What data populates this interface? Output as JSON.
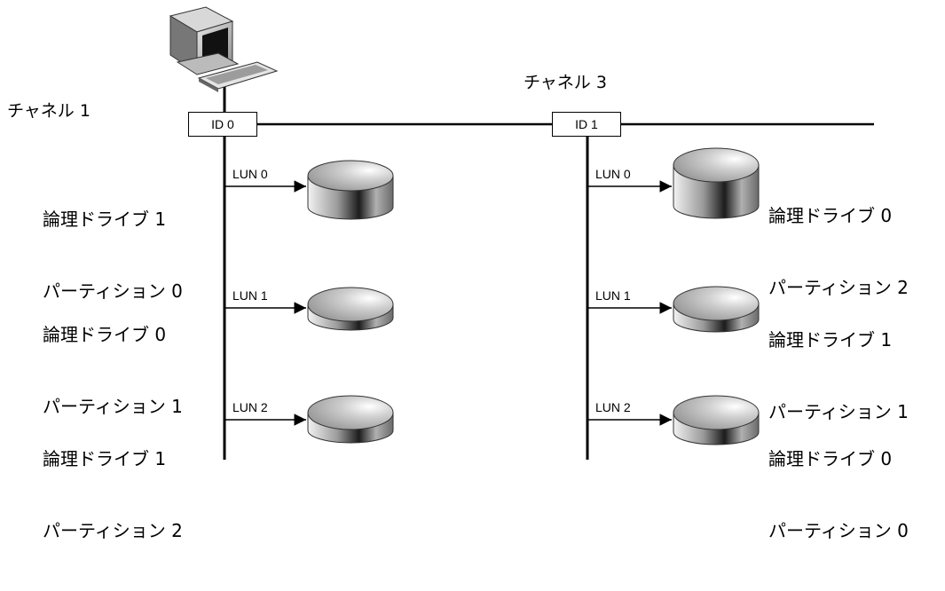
{
  "channels": [
    {
      "label": "チャネル 1",
      "id": "ID 0"
    },
    {
      "label": "チャネル 3",
      "id": "ID 1"
    }
  ],
  "left_branches": [
    {
      "lun": "LUN 0",
      "drive": "論理ドライブ 1",
      "partition": "パーティション 0"
    },
    {
      "lun": "LUN 1",
      "drive": "論理ドライブ 0",
      "partition": "パーティション 1"
    },
    {
      "lun": "LUN 2",
      "drive": "論理ドライブ 1",
      "partition": "パーティション 2"
    }
  ],
  "right_branches": [
    {
      "lun": "LUN 0",
      "drive": "論理ドライブ 0",
      "partition": "パーティション 2"
    },
    {
      "lun": "LUN 1",
      "drive": "論理ドライブ 1",
      "partition": "パーティション 1"
    },
    {
      "lun": "LUN 2",
      "drive": "論理ドライブ 0",
      "partition": "パーティション 0"
    }
  ],
  "icons": {
    "host": "computer-icon",
    "disk": "disk-drive-icon"
  }
}
